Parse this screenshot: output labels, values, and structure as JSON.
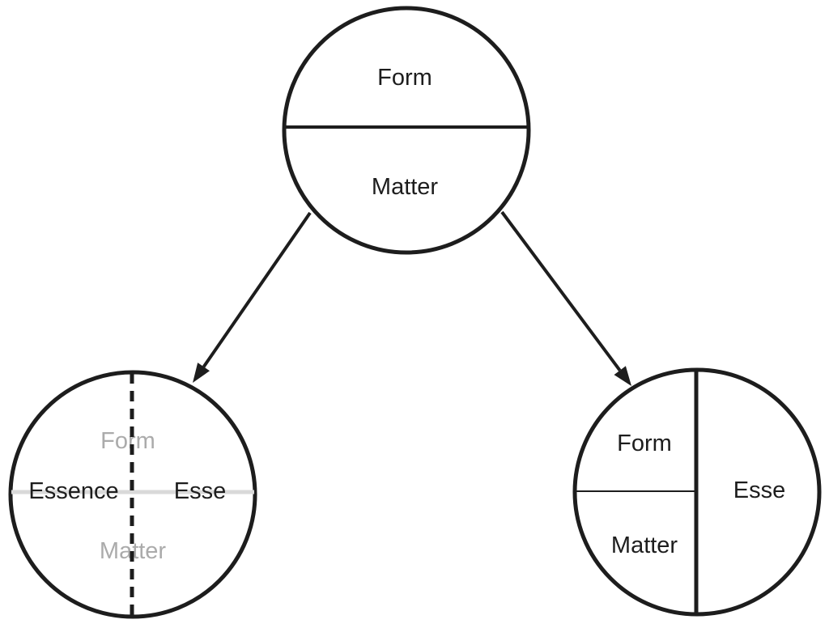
{
  "colors": {
    "ink": "#1d1d1d",
    "muted_text": "#ababab",
    "muted_line": "#d9d9d9",
    "background": "#ffffff"
  },
  "diagram": {
    "top_circle": {
      "top_label": "Form",
      "bottom_label": "Matter"
    },
    "left_circle": {
      "top_label": "Form",
      "left_label": "Essence",
      "right_label": "Esse",
      "bottom_label": "Matter"
    },
    "right_circle": {
      "top_left_label": "Form",
      "bottom_left_label": "Matter",
      "right_label": "Esse"
    }
  }
}
